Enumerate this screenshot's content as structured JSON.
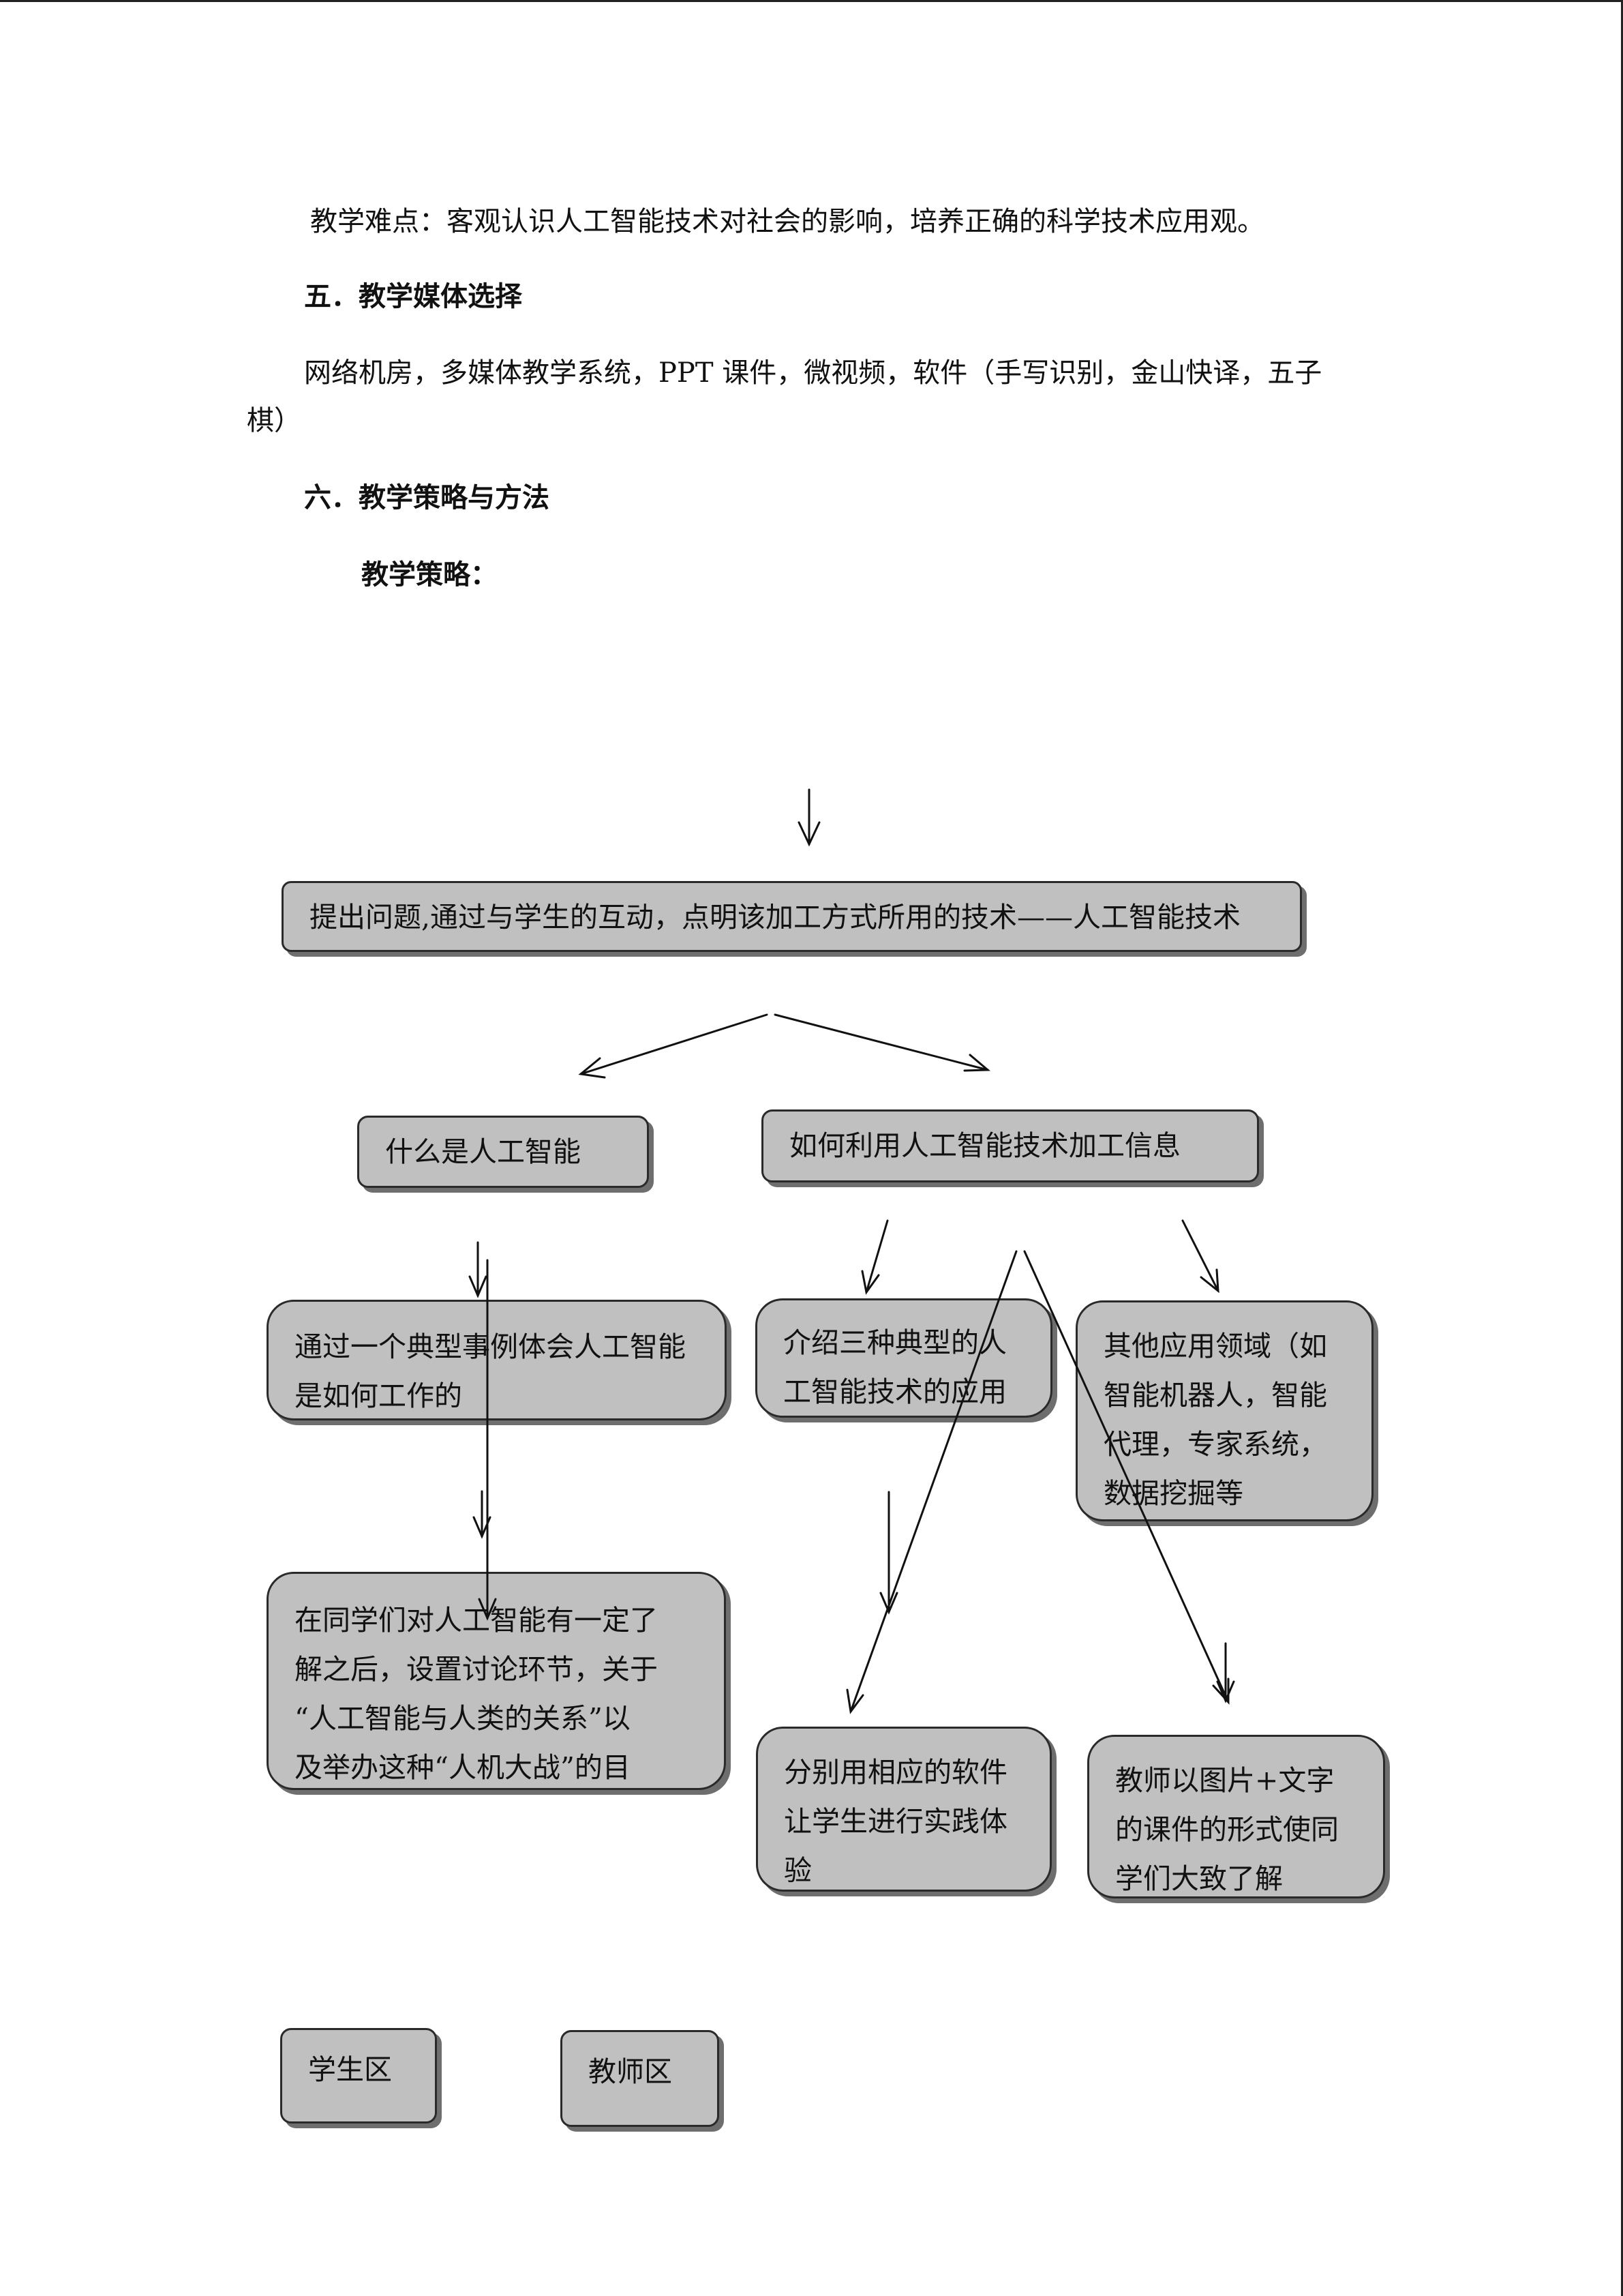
{
  "document": {
    "difficulty_line": "教学难点：客观认识人工智能技术对社会的影响，培养正确的科学技术应用观。",
    "section5_heading": "五．教学媒体选择",
    "media_line1": "网络机房，多媒体教学系统，PPT 课件，微视频，软件（手写识别，金山快译，五子",
    "media_line2": "棋）",
    "section6_heading": "六．教学策略与方法",
    "strategy_label": "教学策略："
  },
  "flowchart": {
    "top_box": "提出问题,通过与学生的互动，点明该加工方式所用的技术——人工智能技术",
    "what_is_ai": "什么是人工智能",
    "how_use_ai": "如何利用人工智能技术加工信息",
    "example_box": [
      "通过一个典型事例体会人工智能",
      "是如何工作的"
    ],
    "three_apps_box": [
      "介绍三种典型的人",
      "工智能技术的应用"
    ],
    "other_fields_box": [
      "其他应用领域（如",
      "智能机器人，智能",
      "代理，专家系统，",
      "数据挖掘等"
    ],
    "discussion_box": [
      "在同学们对人工智能有一定了",
      "解之后，设置讨论环节，关于",
      "“人工智能与人类的关系”以",
      "及举办这种“人机大战”的目"
    ],
    "software_box": [
      "分别用相应的软件",
      "让学生进行实践体",
      "验"
    ],
    "teacher_slides_box": [
      "教师以图片+文字",
      "的课件的形式使同",
      "学们大致了解"
    ]
  },
  "legend": {
    "student_area": "学生区",
    "teacher_area": "教师区"
  }
}
